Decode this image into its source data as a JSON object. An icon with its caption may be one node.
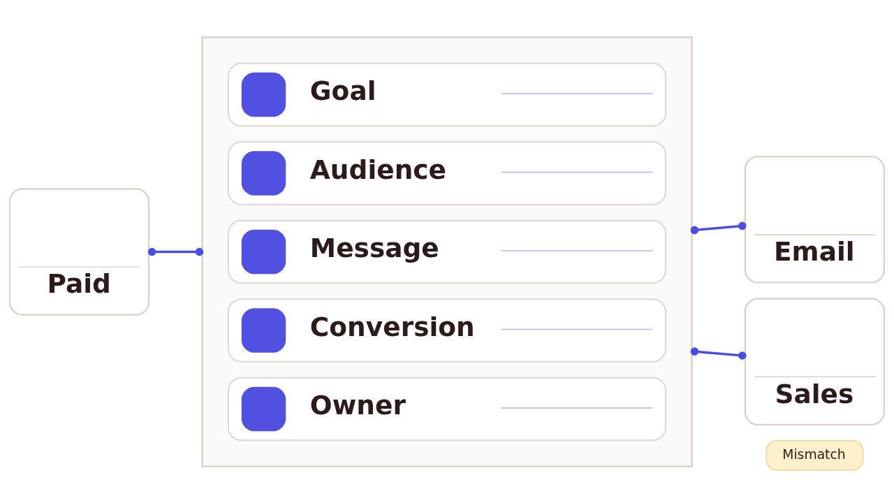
{
  "diagram": {
    "nodes": [
      {
        "text": [
          "Paid"
        ]
      },
      {
        "text": [],
        "shape": "box"
      },
      {
        "text": [
          "Goal"
        ],
        "in": 1
      },
      {
        "text": [
          "Audience"
        ],
        "in": 1
      },
      {
        "text": [
          "Message"
        ],
        "in": 1
      },
      {
        "text": [
          "Conversion"
        ],
        "in": 1
      },
      {
        "text": [
          "Owner"
        ],
        "in": 1
      },
      {
        "text": [
          "Email"
        ]
      },
      {
        "text": [
          "Sales"
        ]
      },
      {
        "text": [
          "Mismatch"
        ]
      }
    ],
    "edges": [
      {
        "from": 0,
        "to": 1,
        "arrow": "other"
      },
      {
        "from": 1,
        "to": 7,
        "arrow": "other"
      },
      {
        "from": 1,
        "to": 8,
        "arrow": "other"
      }
    ]
  }
}
